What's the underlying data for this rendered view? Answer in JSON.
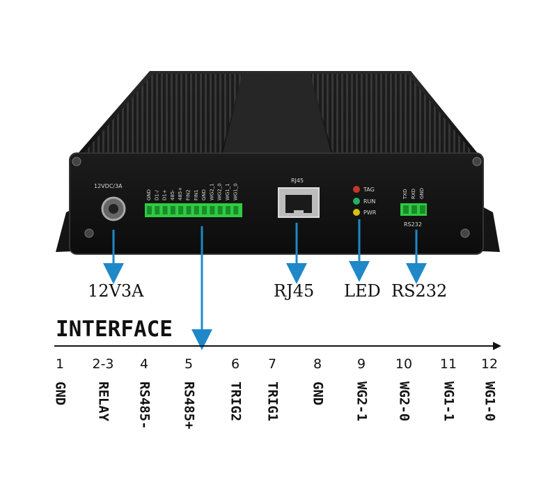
{
  "device": {
    "power_label": "12VDC/3A",
    "terminal_labels": [
      "GND",
      "D1-∕",
      "D1+",
      "485-",
      "485+",
      "FIN2",
      "FIN1",
      "GND",
      "WG2_1",
      "WG2_0",
      "WG1_1",
      "WG1_0"
    ],
    "rj45_label": "RJ45",
    "led_labels": [
      "TAG",
      "RUN",
      "PWR"
    ],
    "rs232_pins": [
      "TXD",
      "RXD",
      "GND"
    ],
    "rs232_label": "RS232",
    "colors": {
      "led_tag": "#c0392b",
      "led_run": "#27ae60",
      "led_pwr": "#d4c20c",
      "terminal": "#2ecc40",
      "arrow": "#1e88c8"
    }
  },
  "callouts": {
    "power": "12V3A",
    "rj45": "RJ45",
    "led": "LED",
    "rs232": "RS232"
  },
  "interface": {
    "title": "INTERFACE",
    "pins": [
      {
        "number": "1",
        "name": "GND"
      },
      {
        "number": "2-3",
        "name": "RELAY"
      },
      {
        "number": "4",
        "name": "RS485-"
      },
      {
        "number": "5",
        "name": "RS485+"
      },
      {
        "number": "6",
        "name": "TRIG2"
      },
      {
        "number": "7",
        "name": "TRIG1"
      },
      {
        "number": "8",
        "name": "GND"
      },
      {
        "number": "9",
        "name": "WG2-1"
      },
      {
        "number": "10",
        "name": "WG2-0"
      },
      {
        "number": "11",
        "name": "WG1-1"
      },
      {
        "number": "12",
        "name": "WG1-0"
      }
    ]
  }
}
